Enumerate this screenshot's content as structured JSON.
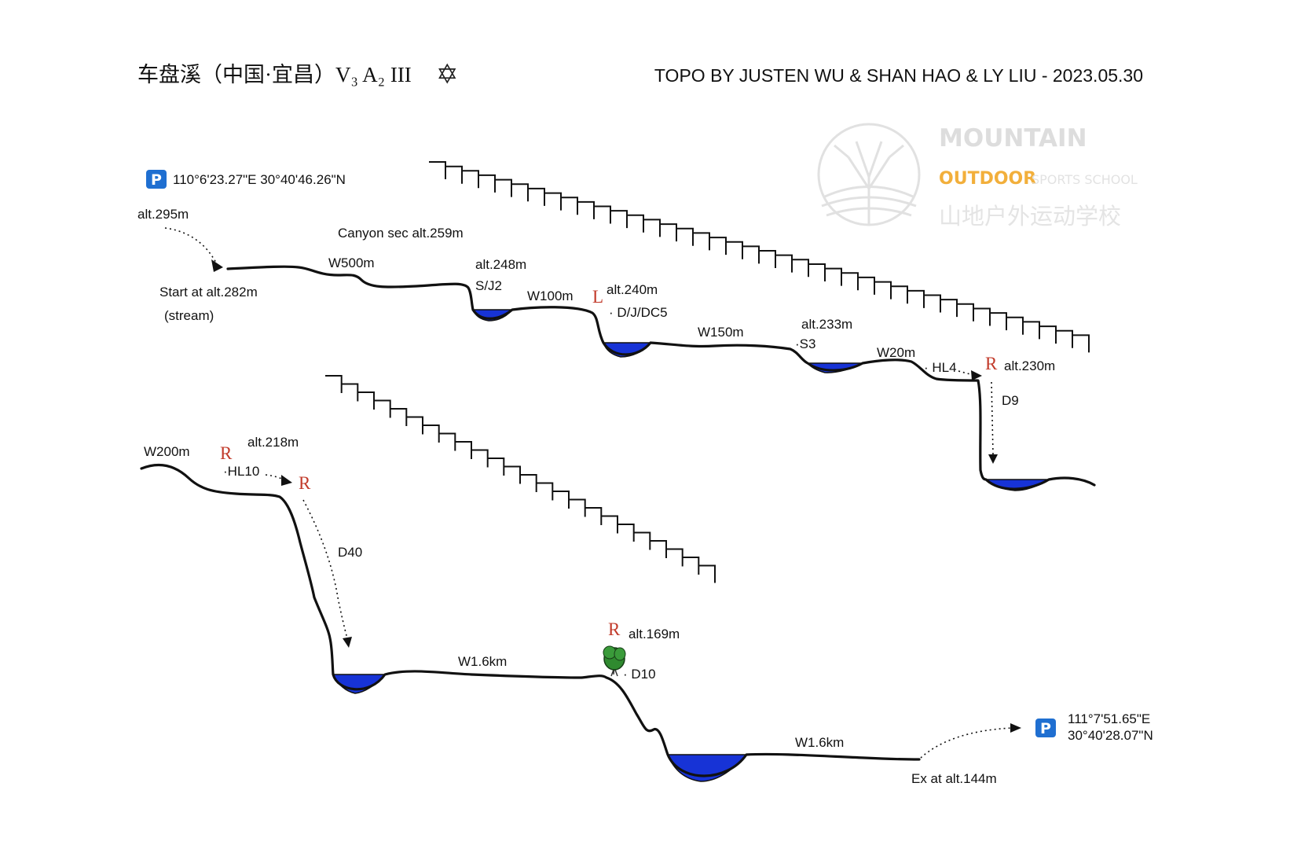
{
  "header": {
    "title": "车盘溪（中国·宜昌）V₃ A₂ III",
    "star_symbol": "✡",
    "credit": "TOPO BY JUSTEN WU &  SHAN HAO & LY LIU - 2023.05.30"
  },
  "watermark": {
    "line1": "MOUNTAIN",
    "line2a": "OUTDOOR",
    "line2b": "SPORTS SCHOOL",
    "line3": "山地户外运动学校"
  },
  "start_parking": {
    "badge": "P",
    "coords": "110°6'23.27\"E    30°40'46.26\"N"
  },
  "end_parking": {
    "badge": "P",
    "lon": "111°7'51.65\"E",
    "lat": "30°40'28.07\"N"
  },
  "labels": {
    "alt295": "alt.295m",
    "canyon_sec": "Canyon sec alt.259m",
    "w500": "W500m",
    "alt248": "alt.248m",
    "sj2": "S/J2",
    "start": "Start at alt.282m",
    "stream": "(stream)",
    "w100": "W100m",
    "alt240": "alt.240m",
    "djdc5": "· D/J/DC5",
    "w150": "W150m",
    "alt233": "alt.233m",
    "s3": "·S3",
    "w20": "W20m",
    "hl4": "· HL4",
    "alt230": "alt.230m",
    "d9": "D9",
    "w200": "W200m",
    "alt218": "alt.218m",
    "hl10": "·HL10",
    "d40": "D40",
    "alt169": "alt.169m",
    "w16a": "W1.6km",
    "d10": "· D10",
    "w16b": "W1.6km",
    "exit": "Ex at alt.144m"
  },
  "marks": {
    "L": "L",
    "R": "R"
  },
  "colors": {
    "water": "#1733d6",
    "mark_red": "#c23b2b",
    "parking_blue": "#1f6fd1",
    "tree_green": "#2f8a2f",
    "watermark_gray": "#d8d8d8",
    "watermark_orange": "#f0a21a"
  },
  "stairs": {
    "upper_count": 40,
    "lower_count": 24
  }
}
